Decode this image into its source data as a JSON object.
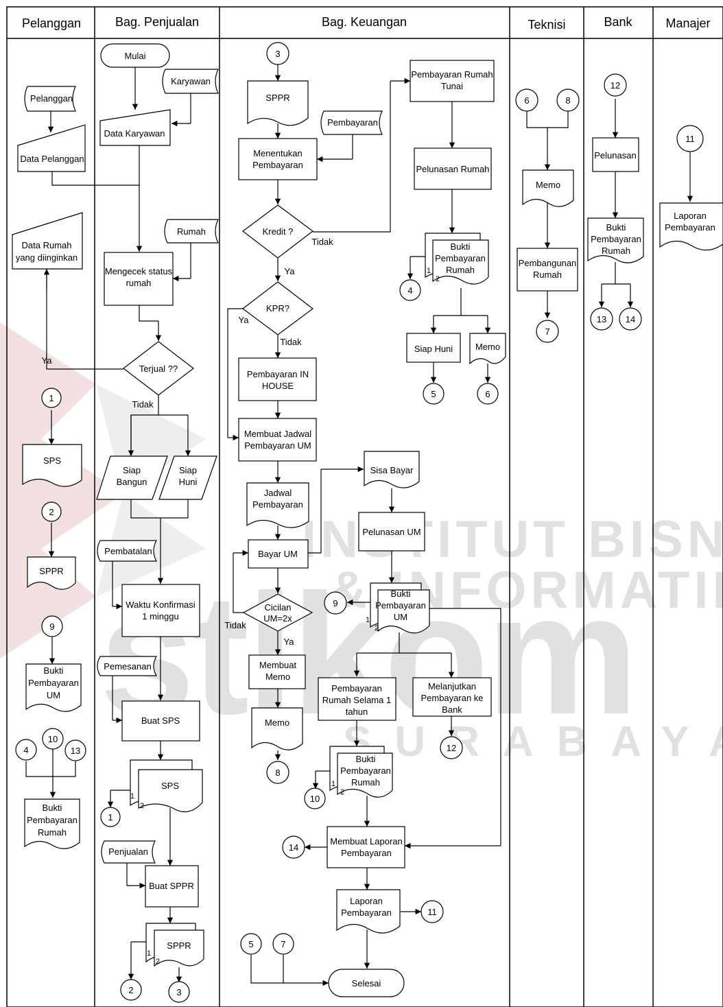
{
  "lanes": {
    "pelanggan": "Pelanggan",
    "penjualan": "Bag. Penjualan",
    "keuangan": "Bag. Keuangan",
    "teknisi": "Teknisi",
    "bank": "Bank",
    "manajer": "Manajer"
  },
  "watermark": {
    "line1": "INSTITUT BISNIS",
    "line2": "& INFORMATIKA",
    "logo": "stikom",
    "city": "SURABAYA"
  },
  "pelanggan": {
    "doc_pelanggan": "Pelanggan",
    "data_pelanggan": "Data Pelanggan",
    "data_rumah": [
      "Data Rumah",
      "yang diinginkan"
    ],
    "ya": "Ya",
    "c1": "1",
    "sps": "SPS",
    "c2": "2",
    "sppr": "SPPR",
    "c9": "9",
    "bukti_um": [
      "Bukti",
      "Pembayaran",
      "UM"
    ],
    "c4": "4",
    "c10": "10",
    "c13": "13",
    "bukti_rumah": [
      "Bukti",
      "Pembayaran",
      "Rumah"
    ]
  },
  "penjualan": {
    "mulai": "Mulai",
    "karyawan": "Karyawan",
    "data_karyawan": "Data Karyawan",
    "rumah": "Rumah",
    "mengecek": [
      "Mengecek status",
      "rumah"
    ],
    "terjual": "Terjual ??",
    "tidak": "Tidak",
    "siap_bangun": [
      "Siap",
      "Bangun"
    ],
    "siap_huni": [
      "Siap",
      "Huni"
    ],
    "pembatalan": "Pembatalan",
    "waktu": [
      "Waktu Konfirmasi",
      "1 minggu"
    ],
    "pemesanan": "Pemesanan",
    "buat_sps": "Buat SPS",
    "sps": "SPS",
    "copy1": "1",
    "copy2": "2",
    "c1": "1",
    "penjualan_doc": "Penjualan",
    "buat_sppr": "Buat SPPR",
    "sppr": "SPPR",
    "c2": "2",
    "c3": "3"
  },
  "keuangan": {
    "c3": "3",
    "sppr": "SPPR",
    "pembayaran": "Pembayaran",
    "menentukan": [
      "Menentukan",
      "Pembayaran"
    ],
    "kredit": "Kredit ?",
    "tidak1": "Tidak",
    "ya1": "Ya",
    "kpr": "KPR?",
    "ya2": "Ya",
    "tidak2": "Tidak",
    "inhouse": [
      "Pembayaran IN",
      "HOUSE"
    ],
    "jadwal_um": [
      "Membuat Jadwal",
      "Pembayaran UM"
    ],
    "jadwal_doc": [
      "Jadwal",
      "Pembayaran"
    ],
    "bayar_um": "Bayar UM",
    "cicilan": [
      "Cicilan",
      "UM=2x"
    ],
    "tidak3": "Tidak",
    "ya3": "Ya",
    "buat_memo": [
      "Membuat",
      "Memo"
    ],
    "memo": "Memo",
    "c8": "8",
    "tunai": [
      "Pembayaran Rumah",
      "Tunai"
    ],
    "pelunasan_rumah": "Pelunasan Rumah",
    "bukti_rumah": [
      "Bukti",
      "Pembayaran",
      "Rumah"
    ],
    "copy1": "1",
    "copy2": "2",
    "c4": "4",
    "siap_huni": "Siap Huni",
    "memo2": "Memo",
    "c5": "5",
    "c6": "6",
    "sisa_bayar": "Sisa Bayar",
    "pelunasan_um": "Pelunasan UM",
    "bukti_um": [
      "Bukti",
      "Pembayaran",
      "UM"
    ],
    "c9": "9",
    "selama": [
      "Pembayaran",
      "Rumah Selama 1",
      "tahun"
    ],
    "ke_bank": [
      "Melanjutkan",
      "Pembayaran ke",
      "Bank"
    ],
    "c12": "12",
    "bukti_rumah2": [
      "Bukti",
      "Pembayaran",
      "Rumah"
    ],
    "c10": "10",
    "laporan_proc": [
      "Membuat Laporan",
      "Pembayaran"
    ],
    "c14": "14",
    "laporan_doc": [
      "Laporan",
      "Pembayaran"
    ],
    "c11": "11",
    "c5b": "5",
    "c7b": "7",
    "selesai": "Selesai"
  },
  "teknisi": {
    "c6": "6",
    "c8": "8",
    "memo": "Memo",
    "pembangunan": [
      "Pembangunan",
      "Rumah"
    ],
    "c7": "7"
  },
  "bank": {
    "c12": "12",
    "pelunasan": "Pelunasan",
    "bukti": [
      "Bukti",
      "Pembayaran",
      "Rumah"
    ],
    "c13": "13",
    "c14": "14"
  },
  "manajer": {
    "c11": "11",
    "laporan": [
      "Laporan",
      "Pembayaran"
    ]
  }
}
